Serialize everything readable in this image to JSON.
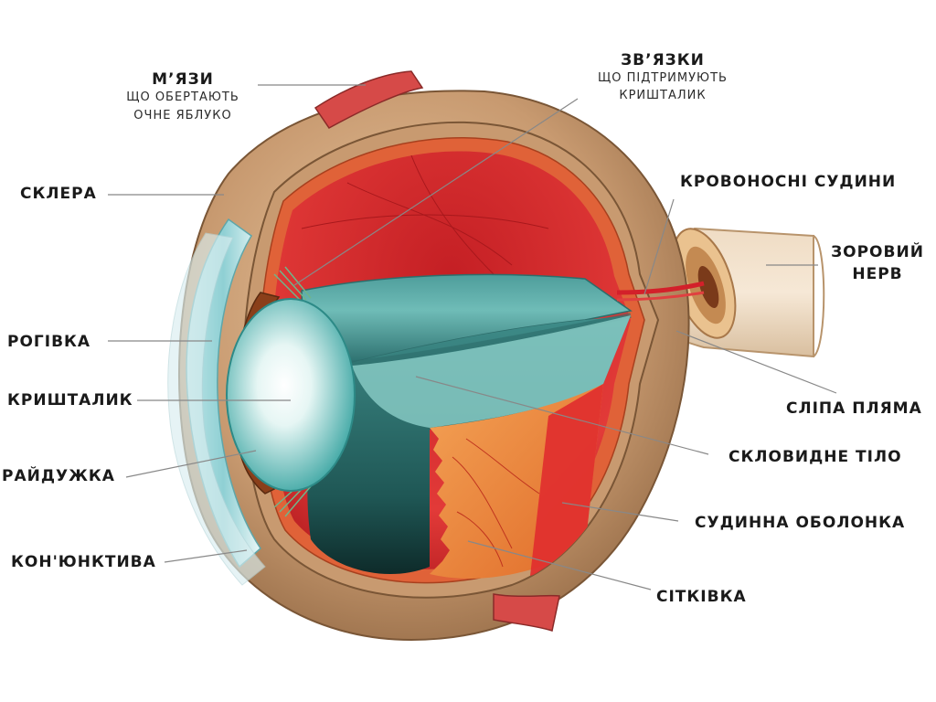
{
  "labels": {
    "muscles_title": "М’ЯЗИ",
    "muscles_sub1": "ЩО ОБЕРТАЮТЬ",
    "muscles_sub2": "ОЧНЕ ЯБЛУКО",
    "ligaments_title": "ЗВ’ЯЗКИ",
    "ligaments_sub1": "ЩО ПІДТРИМУЮТЬ",
    "ligaments_sub2": "КРИШТАЛИК",
    "sclera": "СКЛЕРА",
    "blood_vessels": "КРОВОНОСНІ СУДИНИ",
    "optic_nerve_1": "ЗОРОВИЙ",
    "optic_nerve_2": "НЕРВ",
    "cornea": "РОГІВКА",
    "lens": "КРИШТАЛИК",
    "blind_spot": "СЛІПА ПЛЯМА",
    "vitreous_body": "СКЛОВИДНЕ ТІЛО",
    "iris": "РАЙДУЖКА",
    "choroid": "СУДИННА ОБОЛОНКА",
    "conjunctiva": "КОН'ЮНКТИВА",
    "retina": "СІТКІВКА"
  },
  "colors": {
    "sclera": "#c89a70",
    "choroid": "#d8262a",
    "vitreous": "#5fb3ad",
    "lens": "#4fb8b4",
    "iris": "#8a3f1a",
    "retina": "#f08a3a",
    "leader": "#888888"
  }
}
